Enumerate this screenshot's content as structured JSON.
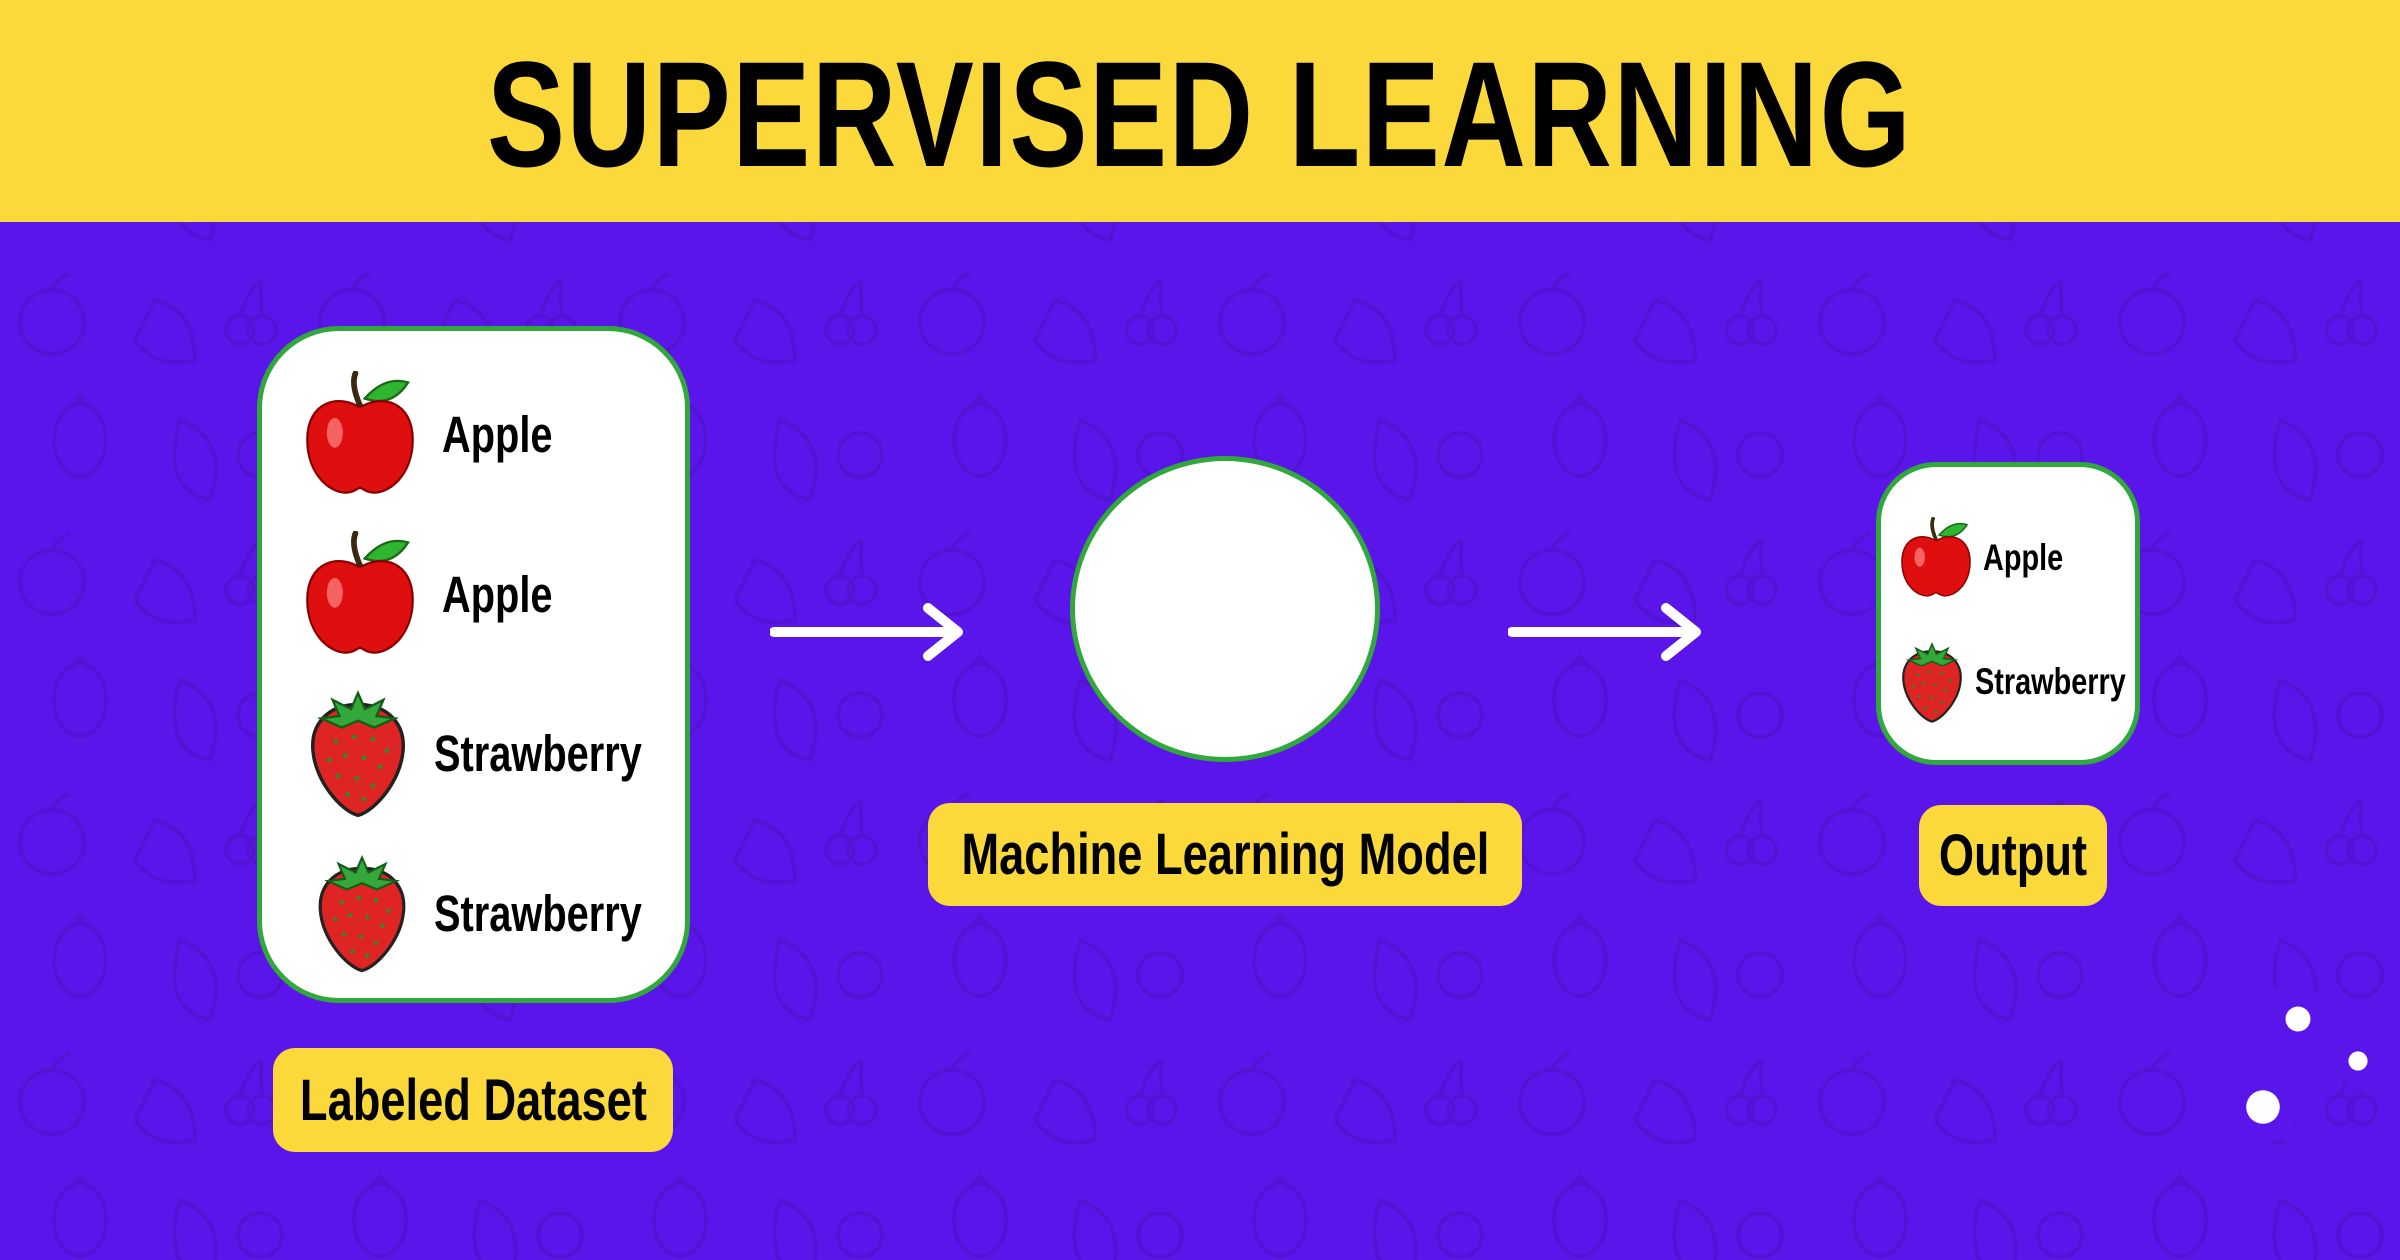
{
  "title": "SUPERVISED LEARNING",
  "colors": {
    "background": "#5a16ea",
    "header": "#fcd93a",
    "label_pill": "#fcd93a",
    "card_border": "#31a83c",
    "gear": "#5a16ea",
    "arrow": "#ffffff"
  },
  "dataset": {
    "label": "Labeled Dataset",
    "items": [
      {
        "icon": "apple-icon",
        "label": "Apple"
      },
      {
        "icon": "apple-icon",
        "label": "Apple"
      },
      {
        "icon": "strawberry-icon",
        "label": "Strawberry"
      },
      {
        "icon": "strawberry-icon",
        "label": "Strawberry"
      }
    ]
  },
  "model": {
    "label": "Machine Learning Model",
    "icon": "gears-icon"
  },
  "output": {
    "label": "Output",
    "items": [
      {
        "icon": "apple-icon",
        "label": "Apple"
      },
      {
        "icon": "strawberry-icon",
        "label": "Strawberry"
      }
    ]
  }
}
